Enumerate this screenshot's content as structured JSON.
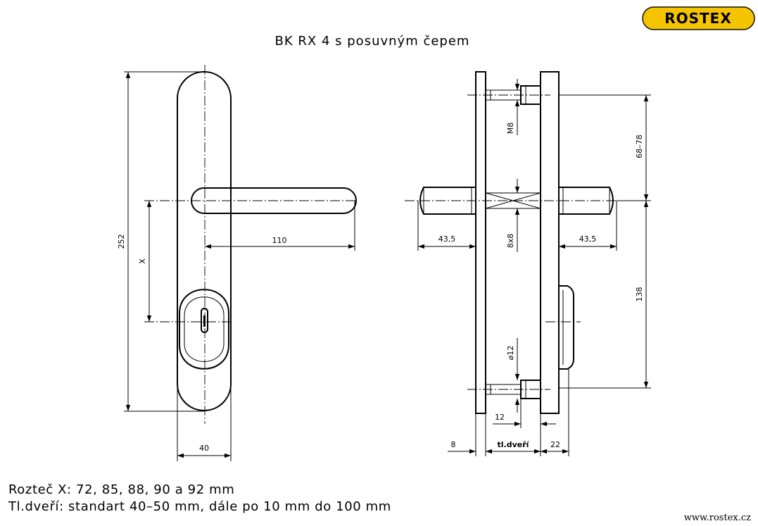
{
  "title": "BK RX 4 s posuvným čepem",
  "logo": {
    "text": "ROSTEX",
    "background": "#f5c400",
    "color": "#111111"
  },
  "front_view": {
    "height_label": "252",
    "pitch_label": "X",
    "lever_label": "110",
    "width_label": "40"
  },
  "side_view": {
    "lever_left_label": "43,5",
    "lever_right_label": "43,5",
    "screw_label": "M8",
    "spindle_label": "8x8",
    "pin_label": "⌀12",
    "upper_spacing_label": "68–78",
    "lower_spacing_label": "138",
    "pin_offset_label": "12",
    "left_plate_label": "8",
    "door_label": "tl.dveří",
    "right_plate_label": "22"
  },
  "notes": {
    "pitch": "Rozteč X: 72, 85, 88, 90 a 92 mm",
    "door": "Tl.dveří: standart 40–50 mm, dále po 10 mm do 100 mm"
  },
  "website": "www.rostex.cz"
}
